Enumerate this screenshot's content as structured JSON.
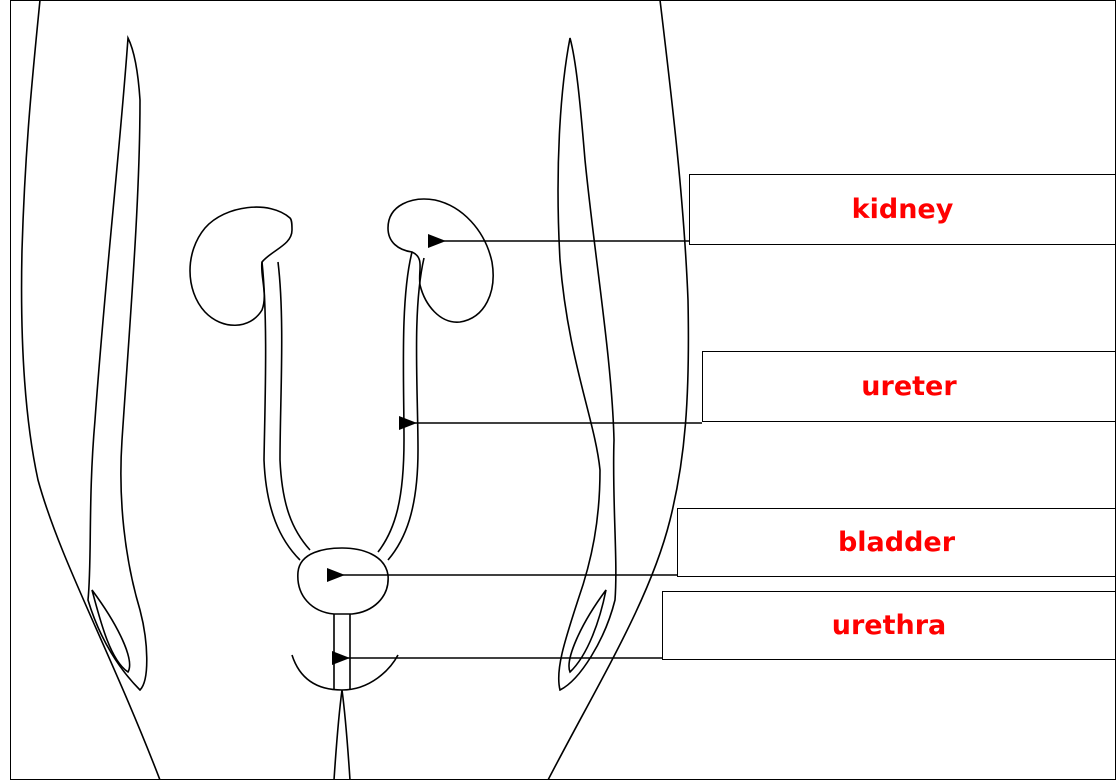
{
  "labels": {
    "kidney": "kidney",
    "ureter": "ureter",
    "bladder": "bladder",
    "urethra": "urethra"
  },
  "colors": {
    "label_text": "#ff0000",
    "outline": "#000000",
    "background": "#ffffff"
  }
}
